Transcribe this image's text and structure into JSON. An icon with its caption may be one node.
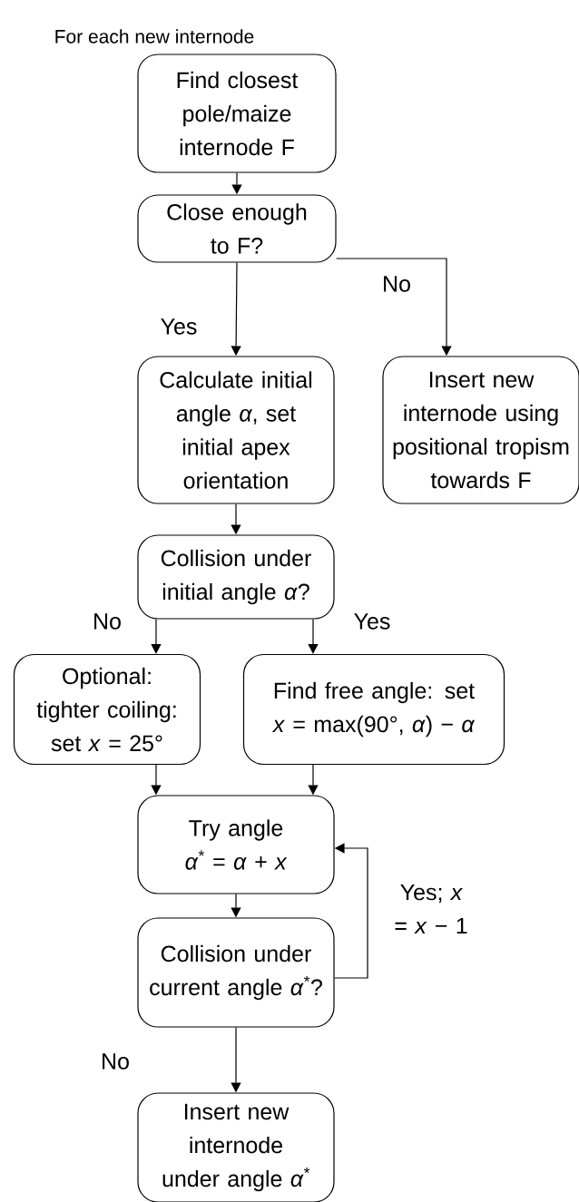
{
  "diagram": {
    "title": "For each new internode",
    "nodes": [
      {
        "text": [
          "Find closest pole/maize internode F"
        ]
      },
      {
        "text": [
          "Close enough to F?"
        ]
      },
      {
        "text": [
          "Calculate initial angle *α*, set initial apex orientation"
        ]
      },
      {
        "text": [
          "Insert new internode using positional tropism towards F"
        ]
      },
      {
        "text": [
          "Collision under initial angle *α*?"
        ]
      },
      {
        "text": [
          "Optional: tighter coiling: set *x* = 25°"
        ]
      },
      {
        "text": [
          "Find free angle: set *x* = max(90°, *α*) − *α*"
        ]
      },
      {
        "text": [
          "Try angle *α*$^{*}$ = *α* + *x*"
        ]
      },
      {
        "text": [
          "Collision under current angle *α*$^{*}$?"
        ]
      },
      {
        "text": [
          "Insert new internode under angle *α*$^{*}$"
        ]
      }
    ],
    "edges": [
      {
        "from": 0,
        "to": 1,
        "arrow": "to"
      },
      {
        "from": 1,
        "to": 2,
        "arrow": "to",
        "label": "Yes"
      },
      {
        "from": 1,
        "to": 3,
        "arrow": "to",
        "label": "No"
      },
      {
        "from": 2,
        "to": 4,
        "arrow": "to"
      },
      {
        "from": 4,
        "to": 5,
        "arrow": "to",
        "label": "No"
      },
      {
        "from": 4,
        "to": 6,
        "arrow": "to",
        "label": "Yes"
      },
      {
        "from": 5,
        "to": 7,
        "arrow": "to"
      },
      {
        "from": 6,
        "to": 7,
        "arrow": "to"
      },
      {
        "from": 7,
        "to": 8,
        "arrow": "to"
      },
      {
        "from": 8,
        "to": 7,
        "arrow": "to",
        "label": "Yes; *x* = *x* − 1"
      },
      {
        "from": 8,
        "to": 9,
        "arrow": "to",
        "label": "No"
      }
    ]
  }
}
